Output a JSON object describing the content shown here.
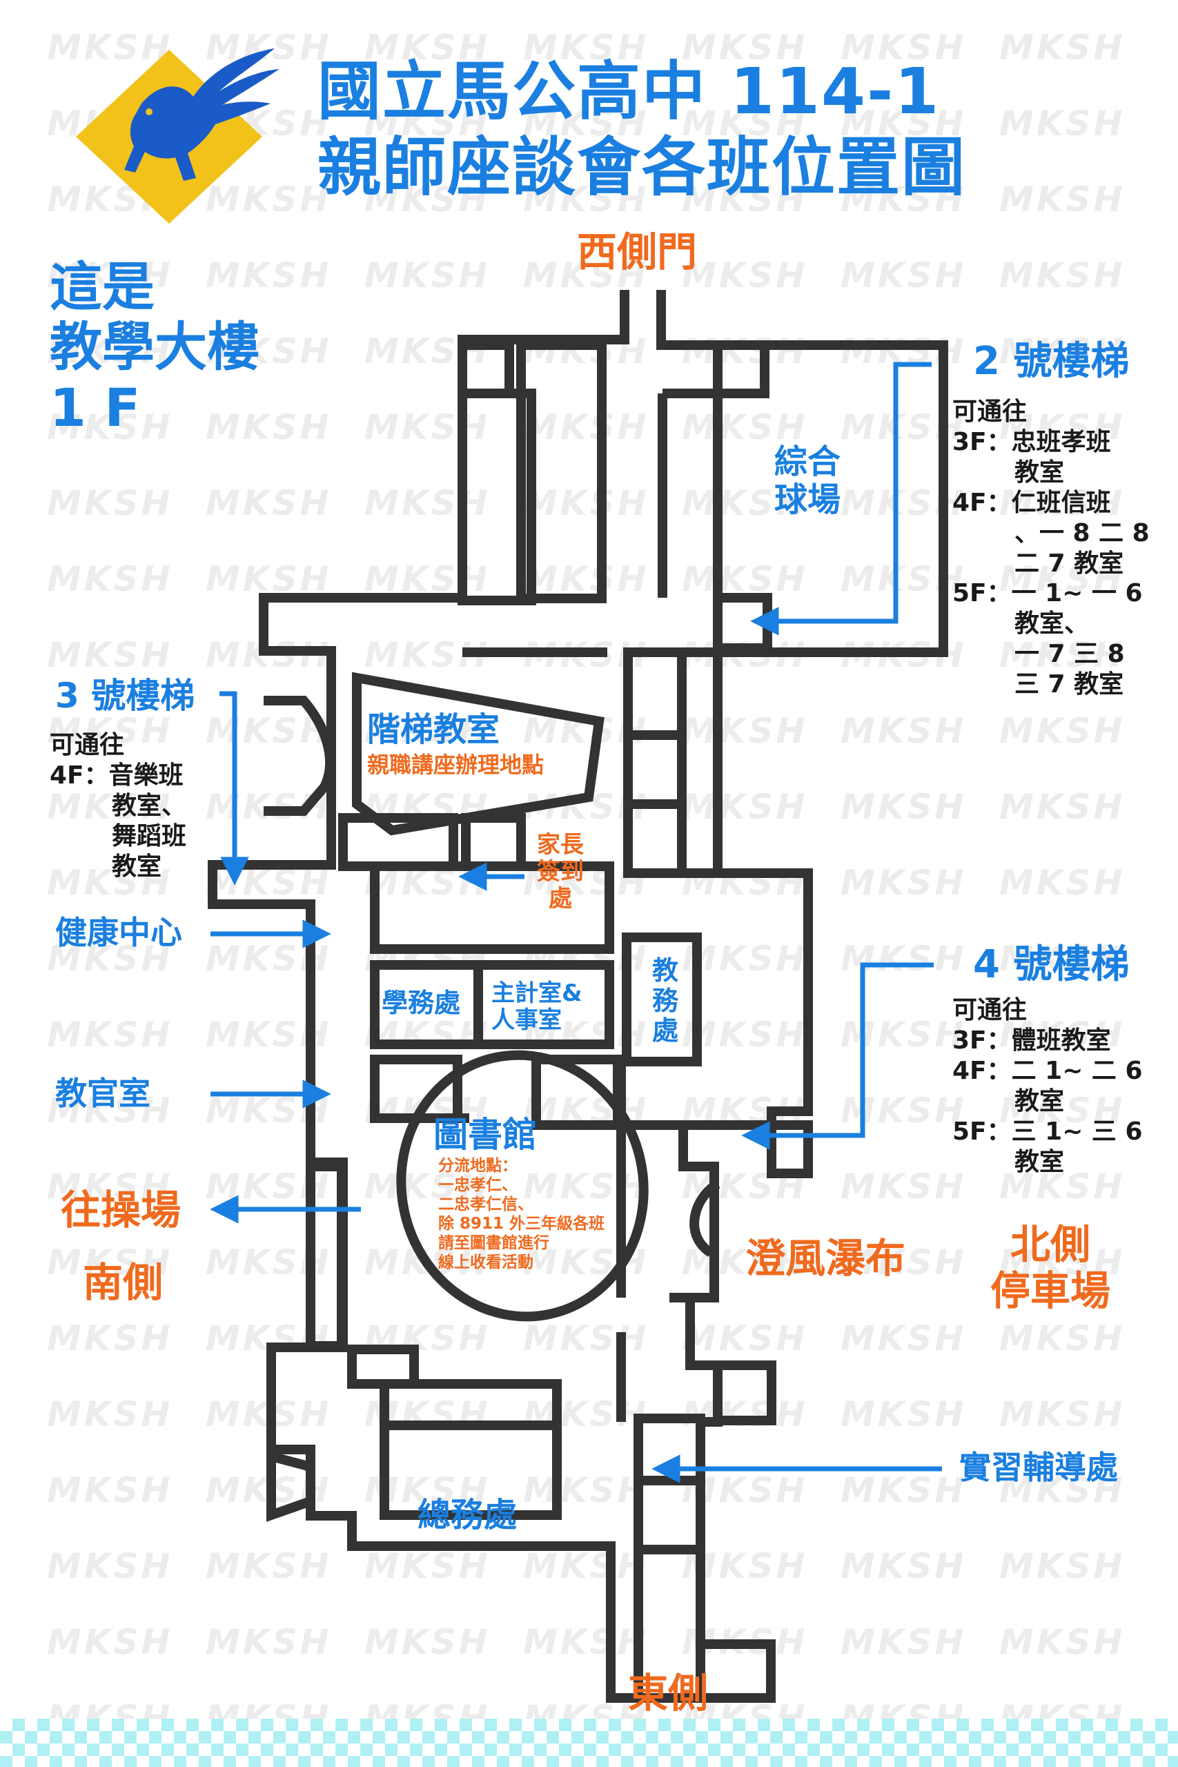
{
  "title_line1": "國立馬公高中 114-1",
  "title_line2": "親師座談會各班位置圖",
  "watermark_text": "MKSH",
  "building": {
    "line1": "這是",
    "line2": "教學大樓",
    "line3": "1 F"
  },
  "compass": {
    "west_gate": "西側門",
    "east": "東側",
    "south": "南側",
    "north_line1": "北側",
    "north_line2": "停車場",
    "playground": "往操場"
  },
  "rooms": {
    "court_line1": "綜合",
    "court_line2": "球場",
    "lecture_hall": "階梯教室",
    "lecture_note": "親職講座辦理地點",
    "checkin_line1": "家長",
    "checkin_line2": "簽到",
    "checkin_line3": "處",
    "student_affairs": "學務處",
    "accounting_line1": "主計室&",
    "accounting_line2": "人事室",
    "academic_line1": "教",
    "academic_line2": "務",
    "academic_line3": "處",
    "library": "圖書館",
    "library_note": [
      "分流地點：",
      "一忠孝仁、",
      "二忠孝仁信、",
      "除 8911 外三年級各班",
      "請至圖書館進行",
      "線上收看活動"
    ],
    "general_affairs": "總務處",
    "waterfall": "澄風瀑布",
    "health_center": "健康中心",
    "military_office": "教官室",
    "practice_office": "實習輔導處"
  },
  "stairs": {
    "s2": {
      "title": "2 號樓梯",
      "lines": [
        "可通往",
        "3F：忠班孝班",
        "教室",
        "4F：仁班信班",
        "、一 8 二 8",
        "二 7 教室",
        "5F：一 1~ 一 6",
        "教室、",
        "一 7 三 8",
        "三 7 教室"
      ]
    },
    "s3": {
      "title": "3 號樓梯",
      "lines": [
        "可通往",
        "4F：音樂班",
        "教室、",
        "舞蹈班",
        "教室"
      ]
    },
    "s4": {
      "title": "4 號樓梯",
      "lines": [
        "可通往",
        "3F：體班教室",
        "4F：二 1~ 二 6",
        "教室",
        "5F：三 1~ 三 6",
        "教室"
      ]
    }
  },
  "colors": {
    "blue": "#1a7fe0",
    "orange": "#f06a1e",
    "wall": "#333333",
    "logo_diamond": "#f2c21b",
    "logo_horse": "#1a5bc7",
    "checker": "#aef0f4"
  },
  "icons": [
    "pegasus-logo",
    "arrow-icon"
  ]
}
